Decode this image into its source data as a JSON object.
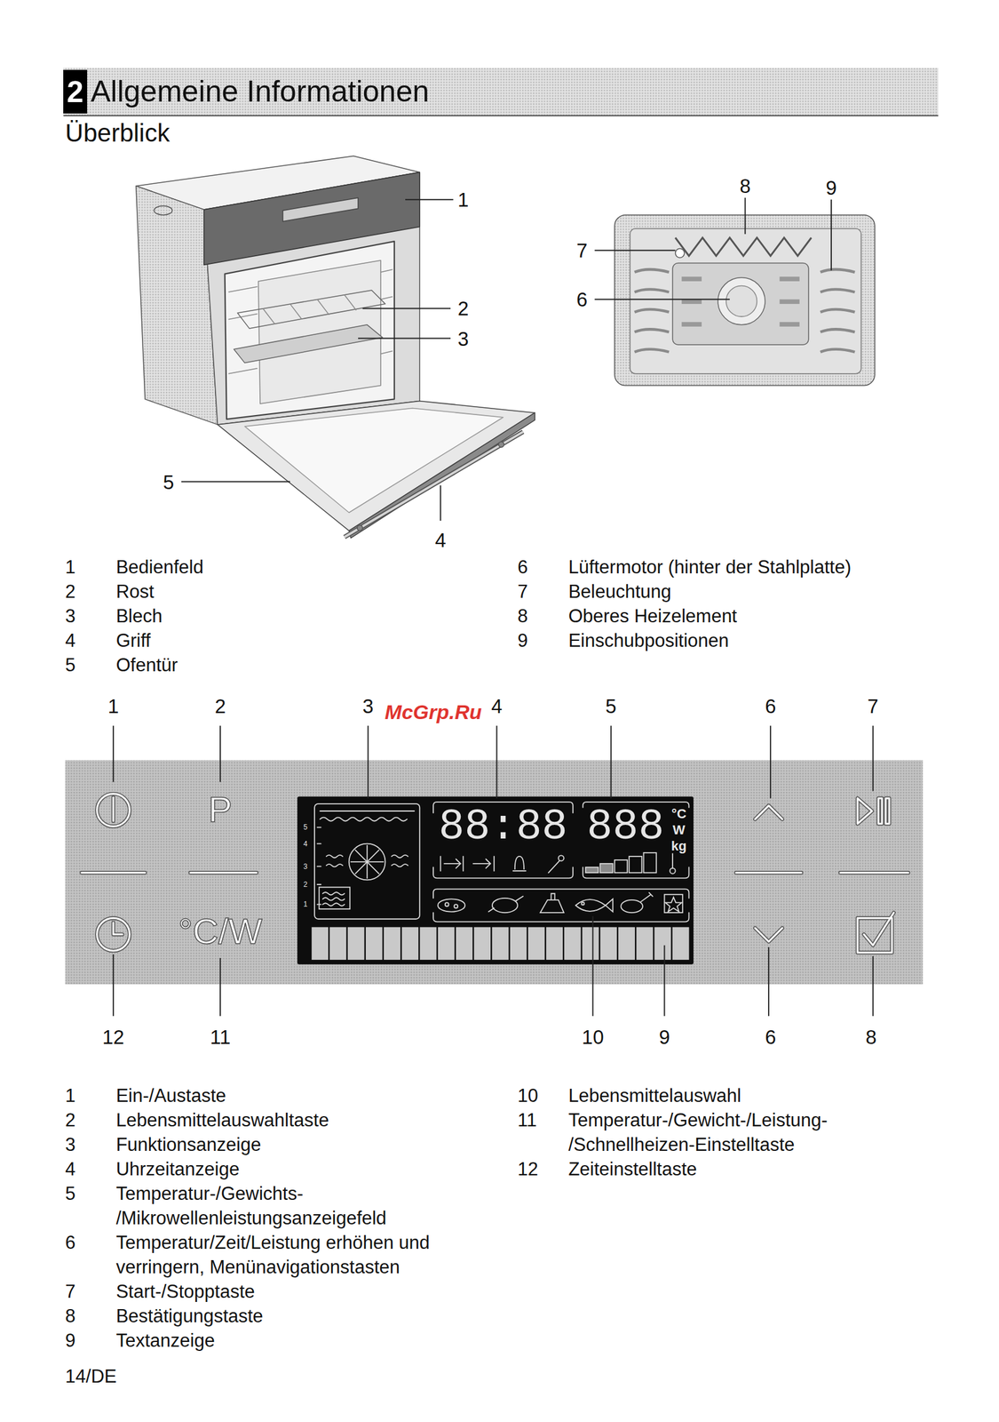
{
  "diagram": {
    "title": "Allgemeine Informationen",
    "nodes": [
      {
        "text": [
          "2"
        ]
      },
      {
        "text": [
          "P",
          "°C/W"
        ]
      },
      {
        "text": [
          "5",
          "4",
          "3",
          "2",
          "1",
          "88:88",
          "888",
          "°C",
          "W",
          "kg"
        ],
        "in": 1
      }
    ],
    "labels": [
      "Überblick",
      "1",
      "2",
      "3",
      "4",
      "5",
      "8",
      "9",
      "7",
      "6",
      "1",
      "Bedienfeld",
      "2",
      "Rost",
      "3",
      "Blech",
      "4",
      "Griff",
      "5",
      "Ofentür",
      "6",
      "Lüftermotor (hinter der Stahlplatte)",
      "7",
      "Beleuchtung",
      "8",
      "Oberes Heizelement",
      "9",
      "Einschubpositionen",
      "McGrp.Ru",
      "1",
      "2",
      "3",
      "4",
      "5",
      "6",
      "7",
      "12",
      "11",
      "10",
      "9",
      "6",
      "8",
      "1",
      "Ein-/Austaste",
      "2",
      "Lebensmittelauswahltaste",
      "3",
      "Funktionsanzeige",
      "4",
      "Uhrzeitanzeige",
      "5",
      "Temperatur-/Gewichts- /Mikrowellenleistungsanzeigefeld",
      "6",
      "Temperatur/Zeit/Leistung erhöhen und verringern, Menünavigationstasten",
      "7",
      "Start-/Stopptaste",
      "8",
      "Bestätigungstaste",
      "9",
      "Textanzeige",
      "10",
      "Lebensmittelauswahl",
      "11",
      "Temperatur-/Gewicht-/Leistung- /Schnellheizen-Einstelltaste",
      "12",
      "Zeiteinstelltaste",
      "14/DE"
    ]
  }
}
